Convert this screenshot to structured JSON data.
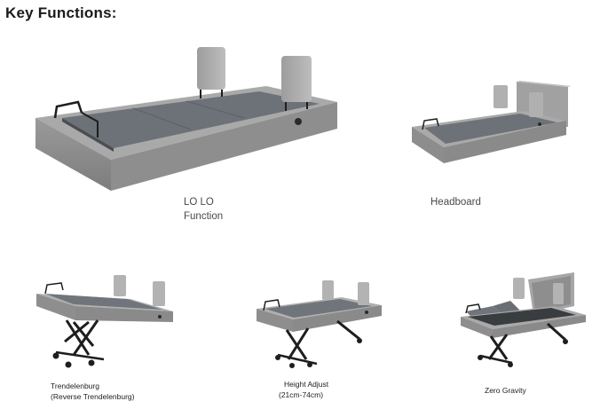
{
  "page": {
    "title": "Key Functions:"
  },
  "features": [
    {
      "name": "lolo",
      "caption_line1": "LO LO",
      "caption_line2": "Function"
    },
    {
      "name": "headboard",
      "caption_line1": "Headboard"
    },
    {
      "name": "trendelenburg",
      "caption_line1": "Trendelenburg",
      "caption_line2": "(Reverse Trendelenburg)"
    },
    {
      "name": "height-adjust",
      "caption_line1": "Height Adjust",
      "caption_line2": "(21cm-74cm)"
    },
    {
      "name": "zero-gravity",
      "caption_line1": "Zero Gravity"
    }
  ],
  "colors": {
    "bed_side": "#8c8c8c",
    "bed_top": "#a7a7a7",
    "mattress_deck": "#6f747a",
    "frame_black": "#1e1e1e"
  }
}
